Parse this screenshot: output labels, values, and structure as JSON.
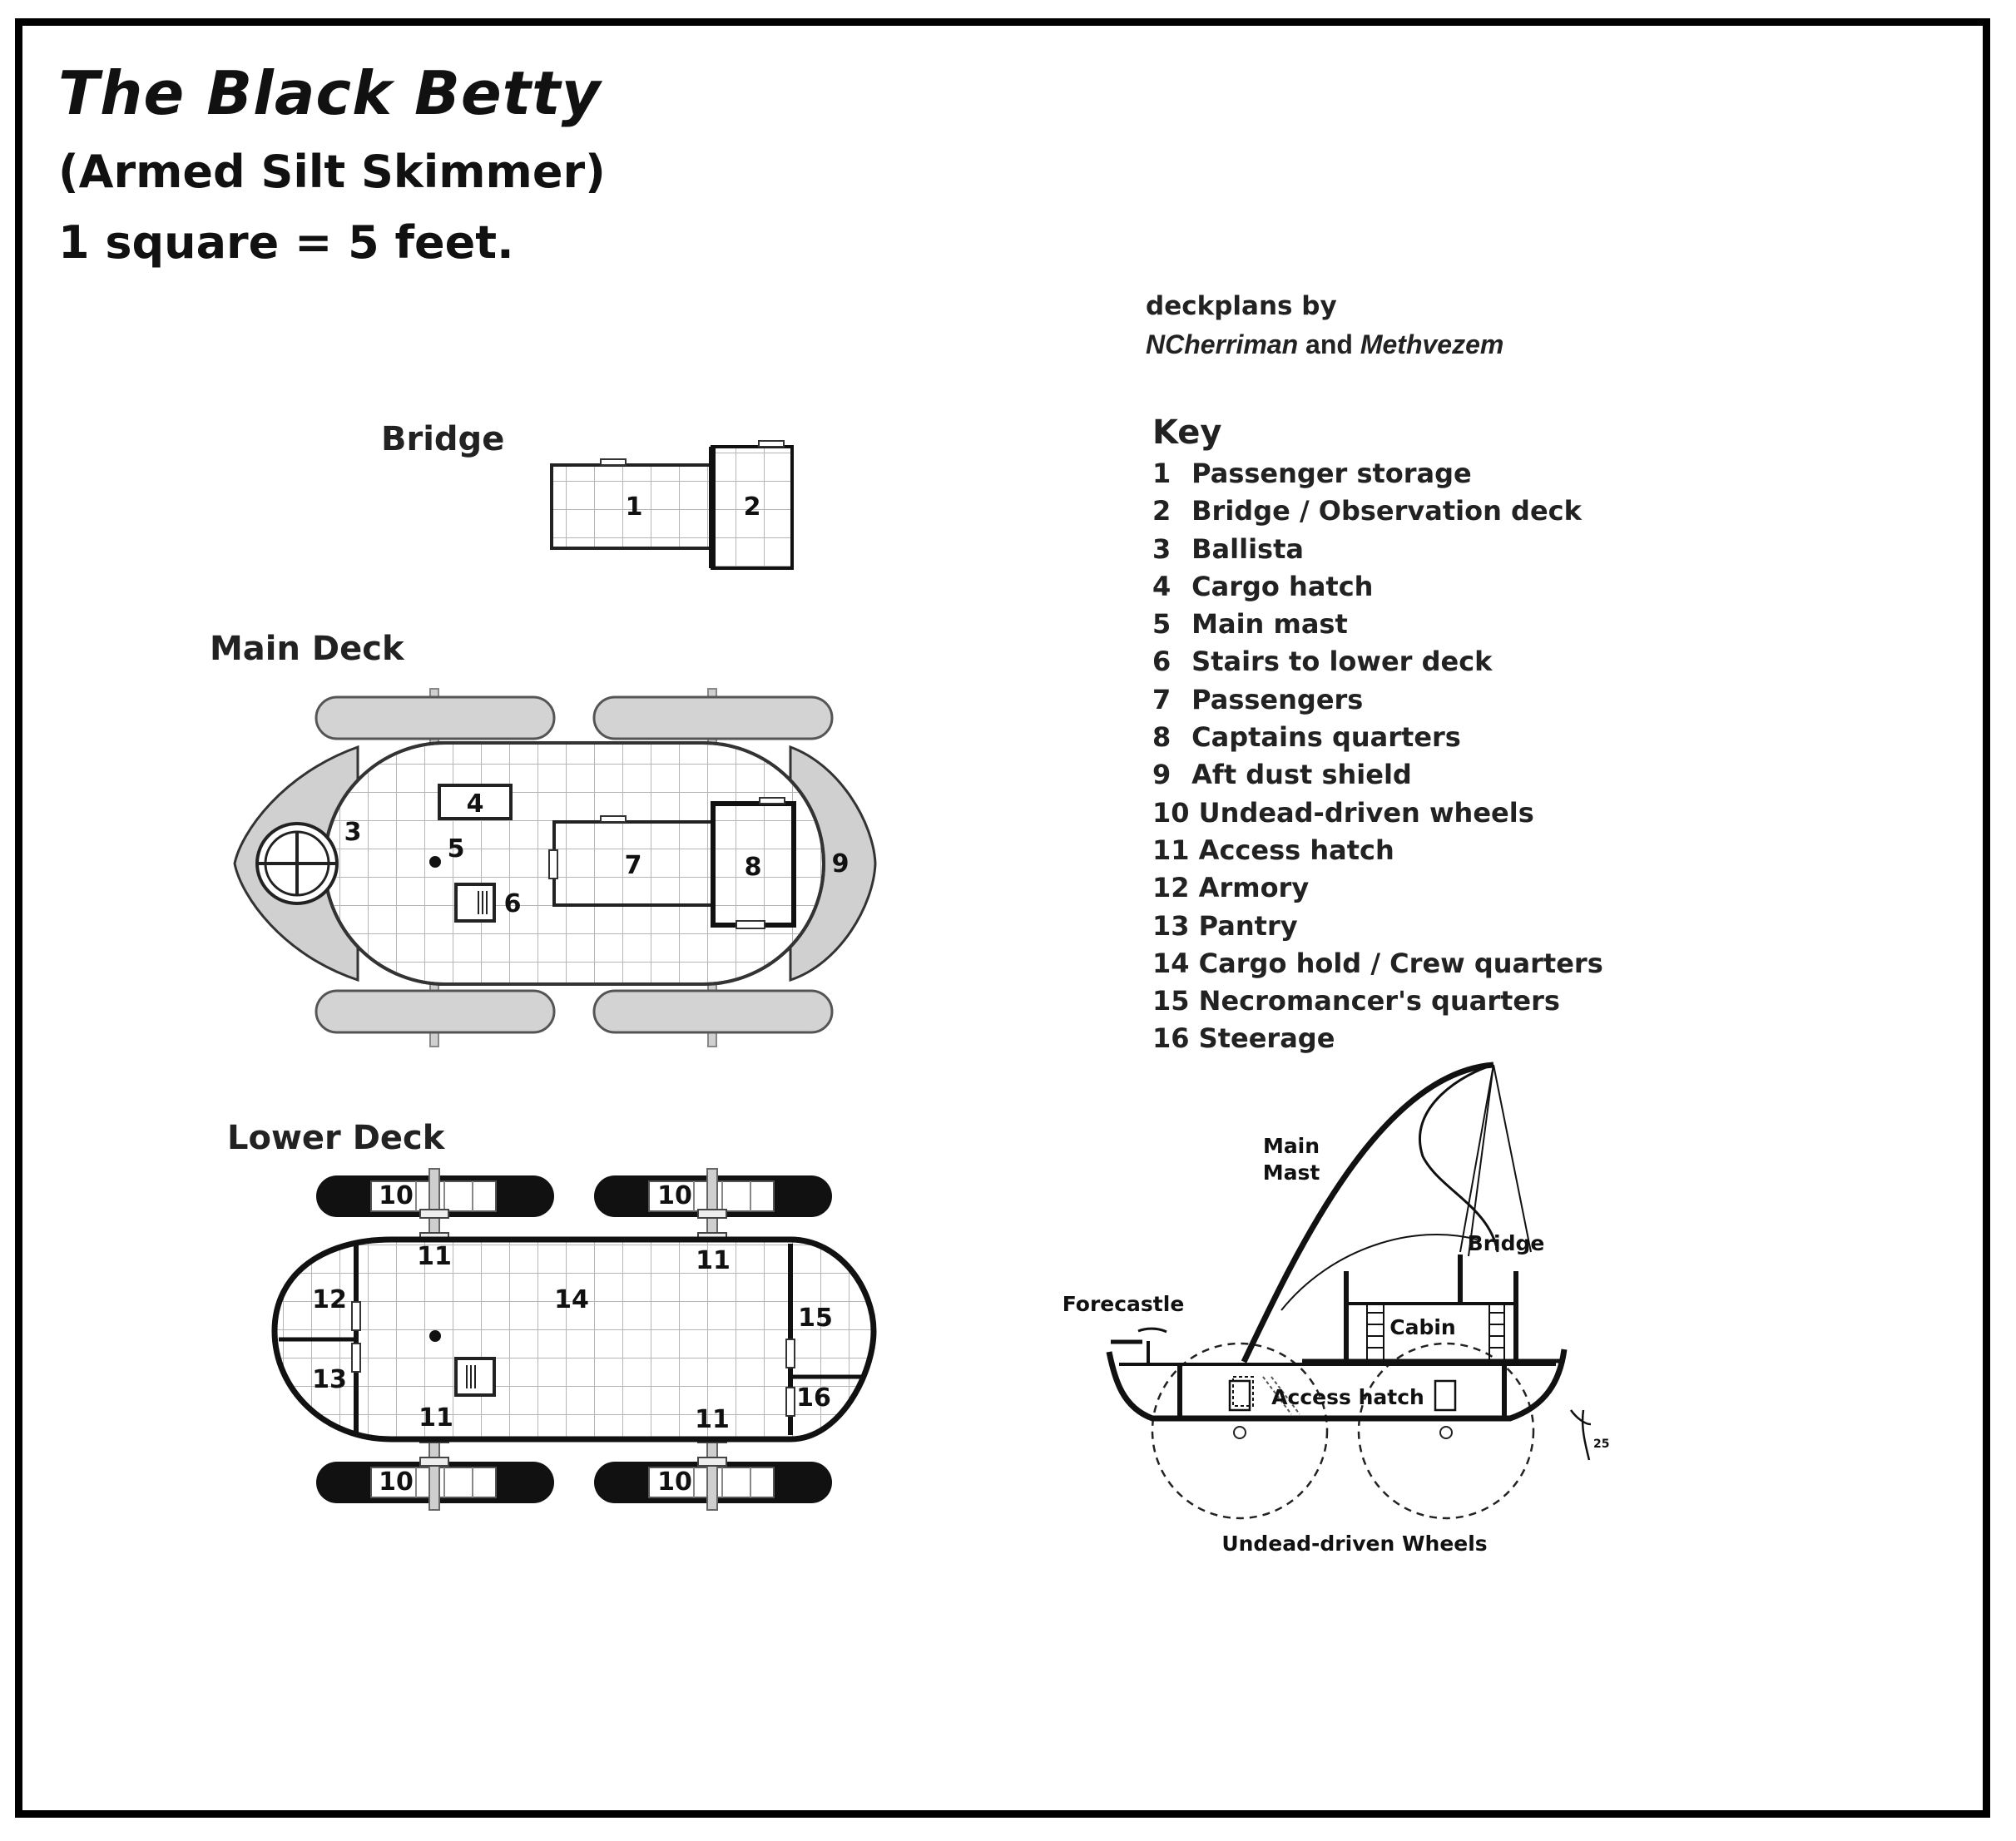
{
  "header": {
    "title": "The Black Betty",
    "subtitle": "(Armed Silt Skimmer)",
    "scale": "1 square = 5 feet."
  },
  "credits": {
    "line1": "deckplans by",
    "author1": "NCherriman",
    "conjunction": "and",
    "author2": "Methvezem"
  },
  "key": {
    "title": "Key",
    "items": [
      {
        "num": "1",
        "label": "Passenger storage"
      },
      {
        "num": "2",
        "label": "Bridge / Observation deck"
      },
      {
        "num": "3",
        "label": "Ballista"
      },
      {
        "num": "4",
        "label": "Cargo hatch"
      },
      {
        "num": "5",
        "label": "Main mast"
      },
      {
        "num": "6",
        "label": "Stairs to lower deck"
      },
      {
        "num": "7",
        "label": "Passengers"
      },
      {
        "num": "8",
        "label": "Captains quarters"
      },
      {
        "num": "9",
        "label": "Aft dust shield"
      },
      {
        "num": "10",
        "label": "Undead-driven wheels"
      },
      {
        "num": "11",
        "label": "Access hatch"
      },
      {
        "num": "12",
        "label": "Armory"
      },
      {
        "num": "13",
        "label": "Pantry"
      },
      {
        "num": "14",
        "label": "Cargo hold / Crew quarters"
      },
      {
        "num": "15",
        "label": "Necromancer's quarters"
      },
      {
        "num": "16",
        "label": "Steerage"
      }
    ]
  },
  "decks": {
    "bridge": "Bridge",
    "main": "Main Deck",
    "lower": "Lower Deck"
  },
  "map_labels": {
    "bridge": [
      "1",
      "2"
    ],
    "main": [
      "3",
      "4",
      "5",
      "6",
      "7",
      "8",
      "9"
    ],
    "lower": {
      "wheel": "10",
      "hatch": "11",
      "armory": "12",
      "pantry": "13",
      "hold": "14",
      "quarters": "15",
      "steerage": "16"
    }
  },
  "profile": {
    "main_mast": [
      "Main",
      "Mast"
    ],
    "bridge": "Bridge",
    "forecastle": "Forecastle",
    "cabin": "Cabin",
    "access_hatch": "Access hatch",
    "wheels": "Undead-driven Wheels",
    "signature_mark": "25"
  }
}
